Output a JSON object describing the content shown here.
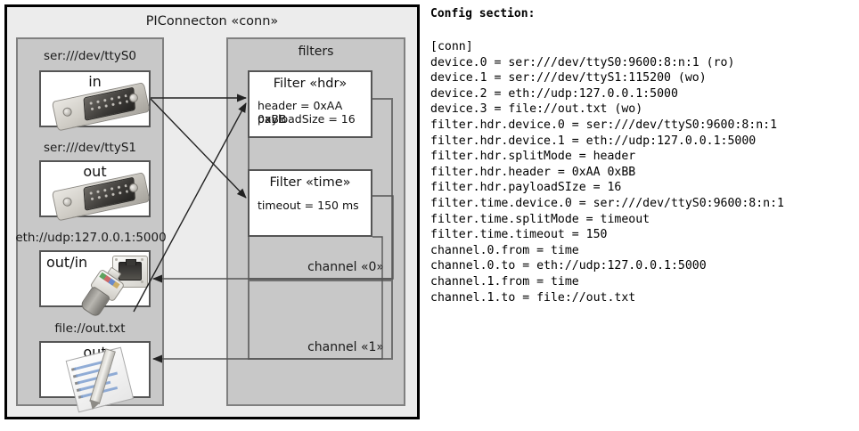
{
  "diagram": {
    "outer": {
      "title": "PIConnecton «conn»"
    },
    "devices_panel": {
      "items": [
        {
          "caption": "ser:///dev/ttyS0",
          "direction": "in",
          "icon": "serial-port-icon"
        },
        {
          "caption": "ser:///dev/ttyS1",
          "direction": "out",
          "icon": "serial-port-icon"
        },
        {
          "caption": "eth://udp:127.0.0.1:5000",
          "direction": "out/in",
          "icon": "ethernet-jack-icon"
        },
        {
          "caption": "file://out.txt",
          "direction": "out",
          "icon": "text-document-icon"
        }
      ]
    },
    "filters_panel": {
      "title": "filters",
      "filters": [
        {
          "title": "Filter «hdr»",
          "attrs": [
            "header = 0xAA 0xBB",
            "payloadSize = 16"
          ]
        },
        {
          "title": "Filter «time»",
          "attrs": [
            "timeout = 150 ms"
          ]
        }
      ],
      "channels": [
        {
          "label": "channel «0»"
        },
        {
          "label": "channel «1»"
        }
      ]
    }
  },
  "config": {
    "heading": "Config section:",
    "lines": "[conn]\ndevice.0 = ser:///dev/ttyS0:9600:8:n:1 (ro)\ndevice.1 = ser:///dev/ttyS1:115200 (wo)\ndevice.2 = eth://udp:127.0.0.1:5000\ndevice.3 = file://out.txt (wo)\nfilter.hdr.device.0 = ser:///dev/ttyS0:9600:8:n:1\nfilter.hdr.device.1 = eth://udp:127.0.0.1:5000\nfilter.hdr.splitMode = header\nfilter.hdr.header = 0xAA 0xBB\nfilter.hdr.payloadSIze = 16\nfilter.time.device.0 = ser:///dev/ttyS0:9600:8:n:1\nfilter.time.splitMode = timeout\nfilter.time.timeout = 150\nchannel.0.from = time\nchannel.0.to = eth://udp:127.0.0.1:5000\nchannel.1.from = time\nchannel.1.to = file://out.txt"
  },
  "colors": {
    "page_background": "#ffffff",
    "outer_panel": "#ececec",
    "inner_panel": "#c8c8c8",
    "box_fill": "#ffffff",
    "outline": "#000000"
  }
}
